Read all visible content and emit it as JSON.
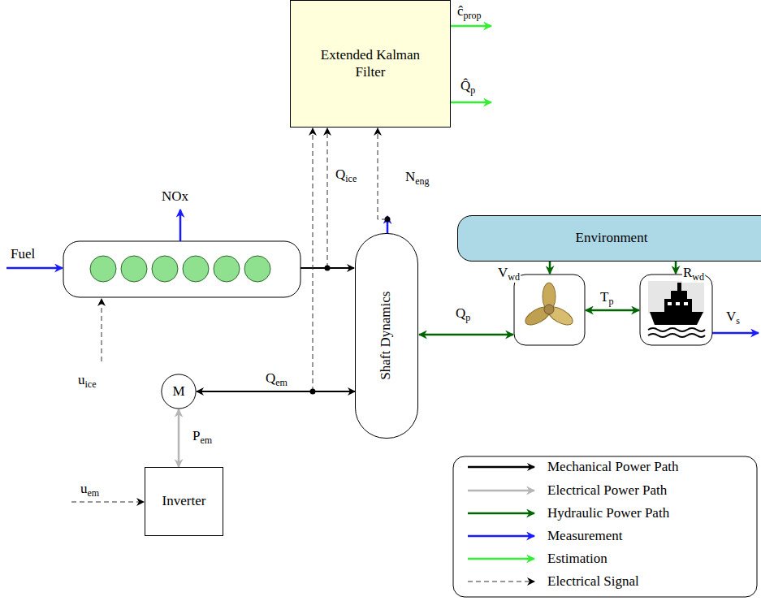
{
  "diagram": {
    "nodes": [
      {
        "text": [
          "Extended Kalman Filter"
        ]
      },
      {
        "text": [
          "Shaft Dynamics"
        ]
      },
      {
        "text": [
          "Environment"
        ]
      },
      {
        "text": [
          "Inverter"
        ]
      },
      {
        "text": [
          "M"
        ]
      }
    ],
    "edges": [
      {
        "from": 4,
        "to": 1,
        "arrow": "both",
        "label": "Qem"
      },
      {
        "from": 3,
        "to": 4,
        "arrow": "both",
        "label": "Pem"
      },
      {
        "from": 1,
        "to": 0,
        "arrow": "to",
        "label": "Neng"
      }
    ],
    "labels": [
      "NOx",
      "Fuel",
      "uice",
      "Qice",
      "Qp",
      "Vwd",
      "Tp",
      "Rwd",
      "Vs",
      "uem",
      "ĉprop",
      "Q̂p"
    ],
    "legend": [
      {
        "text": "Mechanical Power Path"
      },
      {
        "text": "Electrical Power Path"
      },
      {
        "text": "Hydraulic Power Path"
      },
      {
        "text": "Measurement"
      },
      {
        "text": "Estimation"
      },
      {
        "text": "Electrical Signal"
      }
    ]
  }
}
